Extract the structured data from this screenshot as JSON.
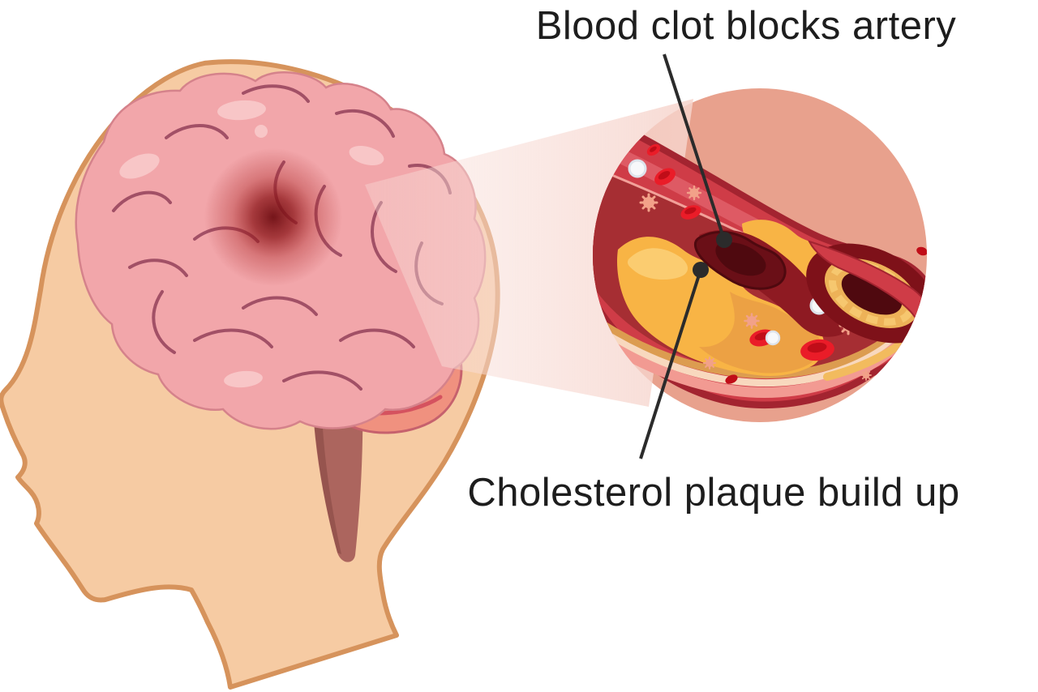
{
  "labels": {
    "clot_label": "Blood clot blocks artery",
    "plaque_label": "Cholesterol plaque build up"
  },
  "elements": {
    "head": "human-head-profile",
    "brain": "brain-side-view",
    "stroke_site": "dark-red-stroke-spot-on-brain",
    "magnifier": "zoom-circle-showing-artery-cross-section",
    "artery": "artery-with-plaque-and-clot"
  },
  "colors": {
    "skin": "#F6CBA3",
    "skin_outline": "#D6935C",
    "brain": "#F2A6AA",
    "brain_fold": "#A25066",
    "brain_highlight": "#F9CACB",
    "cerebellum": "#F0917F",
    "cerebellum_stripe": "#D5525F",
    "brainstem": "#AC655E",
    "stroke_spot": "#6E0D12",
    "magnifier_bg": "#E8A18D",
    "beam": "#F9E2DD",
    "artery_outline": "#A32430",
    "artery_wall": "#CF3C47",
    "artery_wall_light": "#DE5A64",
    "artery_lining": "#F2A099",
    "lumen": "#A62E33",
    "plaque": "#F8B445",
    "plaque_shadow": "#EA9E44",
    "plaque_light": "#FBCE74",
    "clot": "#6A0F17",
    "clot_core": "#4F090F",
    "rbc": "#EA1C28",
    "rbc_dark": "#C00D18",
    "wbc": "#F7F8FA",
    "platelet": "#F2A189",
    "leader": "#2B2B2B",
    "label_text": "#1D1D1D"
  }
}
